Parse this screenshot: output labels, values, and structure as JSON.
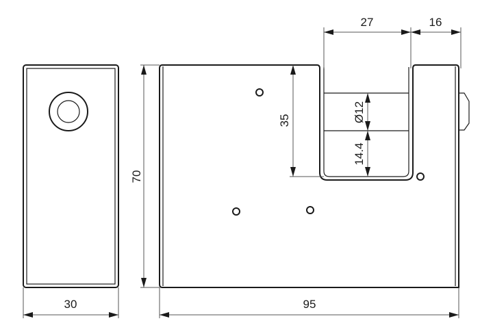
{
  "drawing": {
    "dimensions": {
      "slot_width": "27",
      "side_offset": "16",
      "height": "70",
      "slot_depth": "35",
      "shackle_diameter": "Ø12",
      "shackle_clearance": "14.4",
      "side_width": "30",
      "body_width": "95"
    },
    "line_color": "#1a1a1a"
  }
}
